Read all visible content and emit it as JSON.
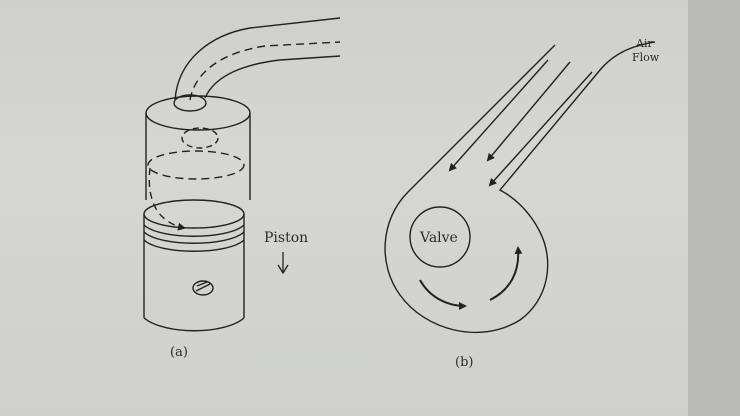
{
  "figure": {
    "part_a": {
      "caption": "(a)",
      "piston_label": "Piston",
      "arrow_glyph": "↓"
    },
    "part_b": {
      "caption": "(b)",
      "valve_label": "Valve",
      "airflow_label_line1": "Air",
      "airflow_label_line2": "Flow"
    }
  },
  "colors": {
    "ink": "#222222",
    "paper": "#d2d3cf",
    "page_edge": "#b9bab6"
  }
}
